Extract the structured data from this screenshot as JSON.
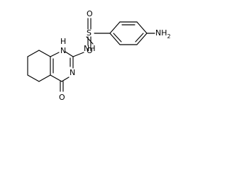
{
  "molecule": {
    "atoms": {
      "o_top": "O",
      "o_bottom": "O",
      "s": "S",
      "nh_link": "NH",
      "nh_ring": "H",
      "nh_ring_n": "N",
      "n_ring": "N",
      "o_carbonyl": "O",
      "nh2_n": "NH",
      "nh2_sub": "2"
    }
  }
}
